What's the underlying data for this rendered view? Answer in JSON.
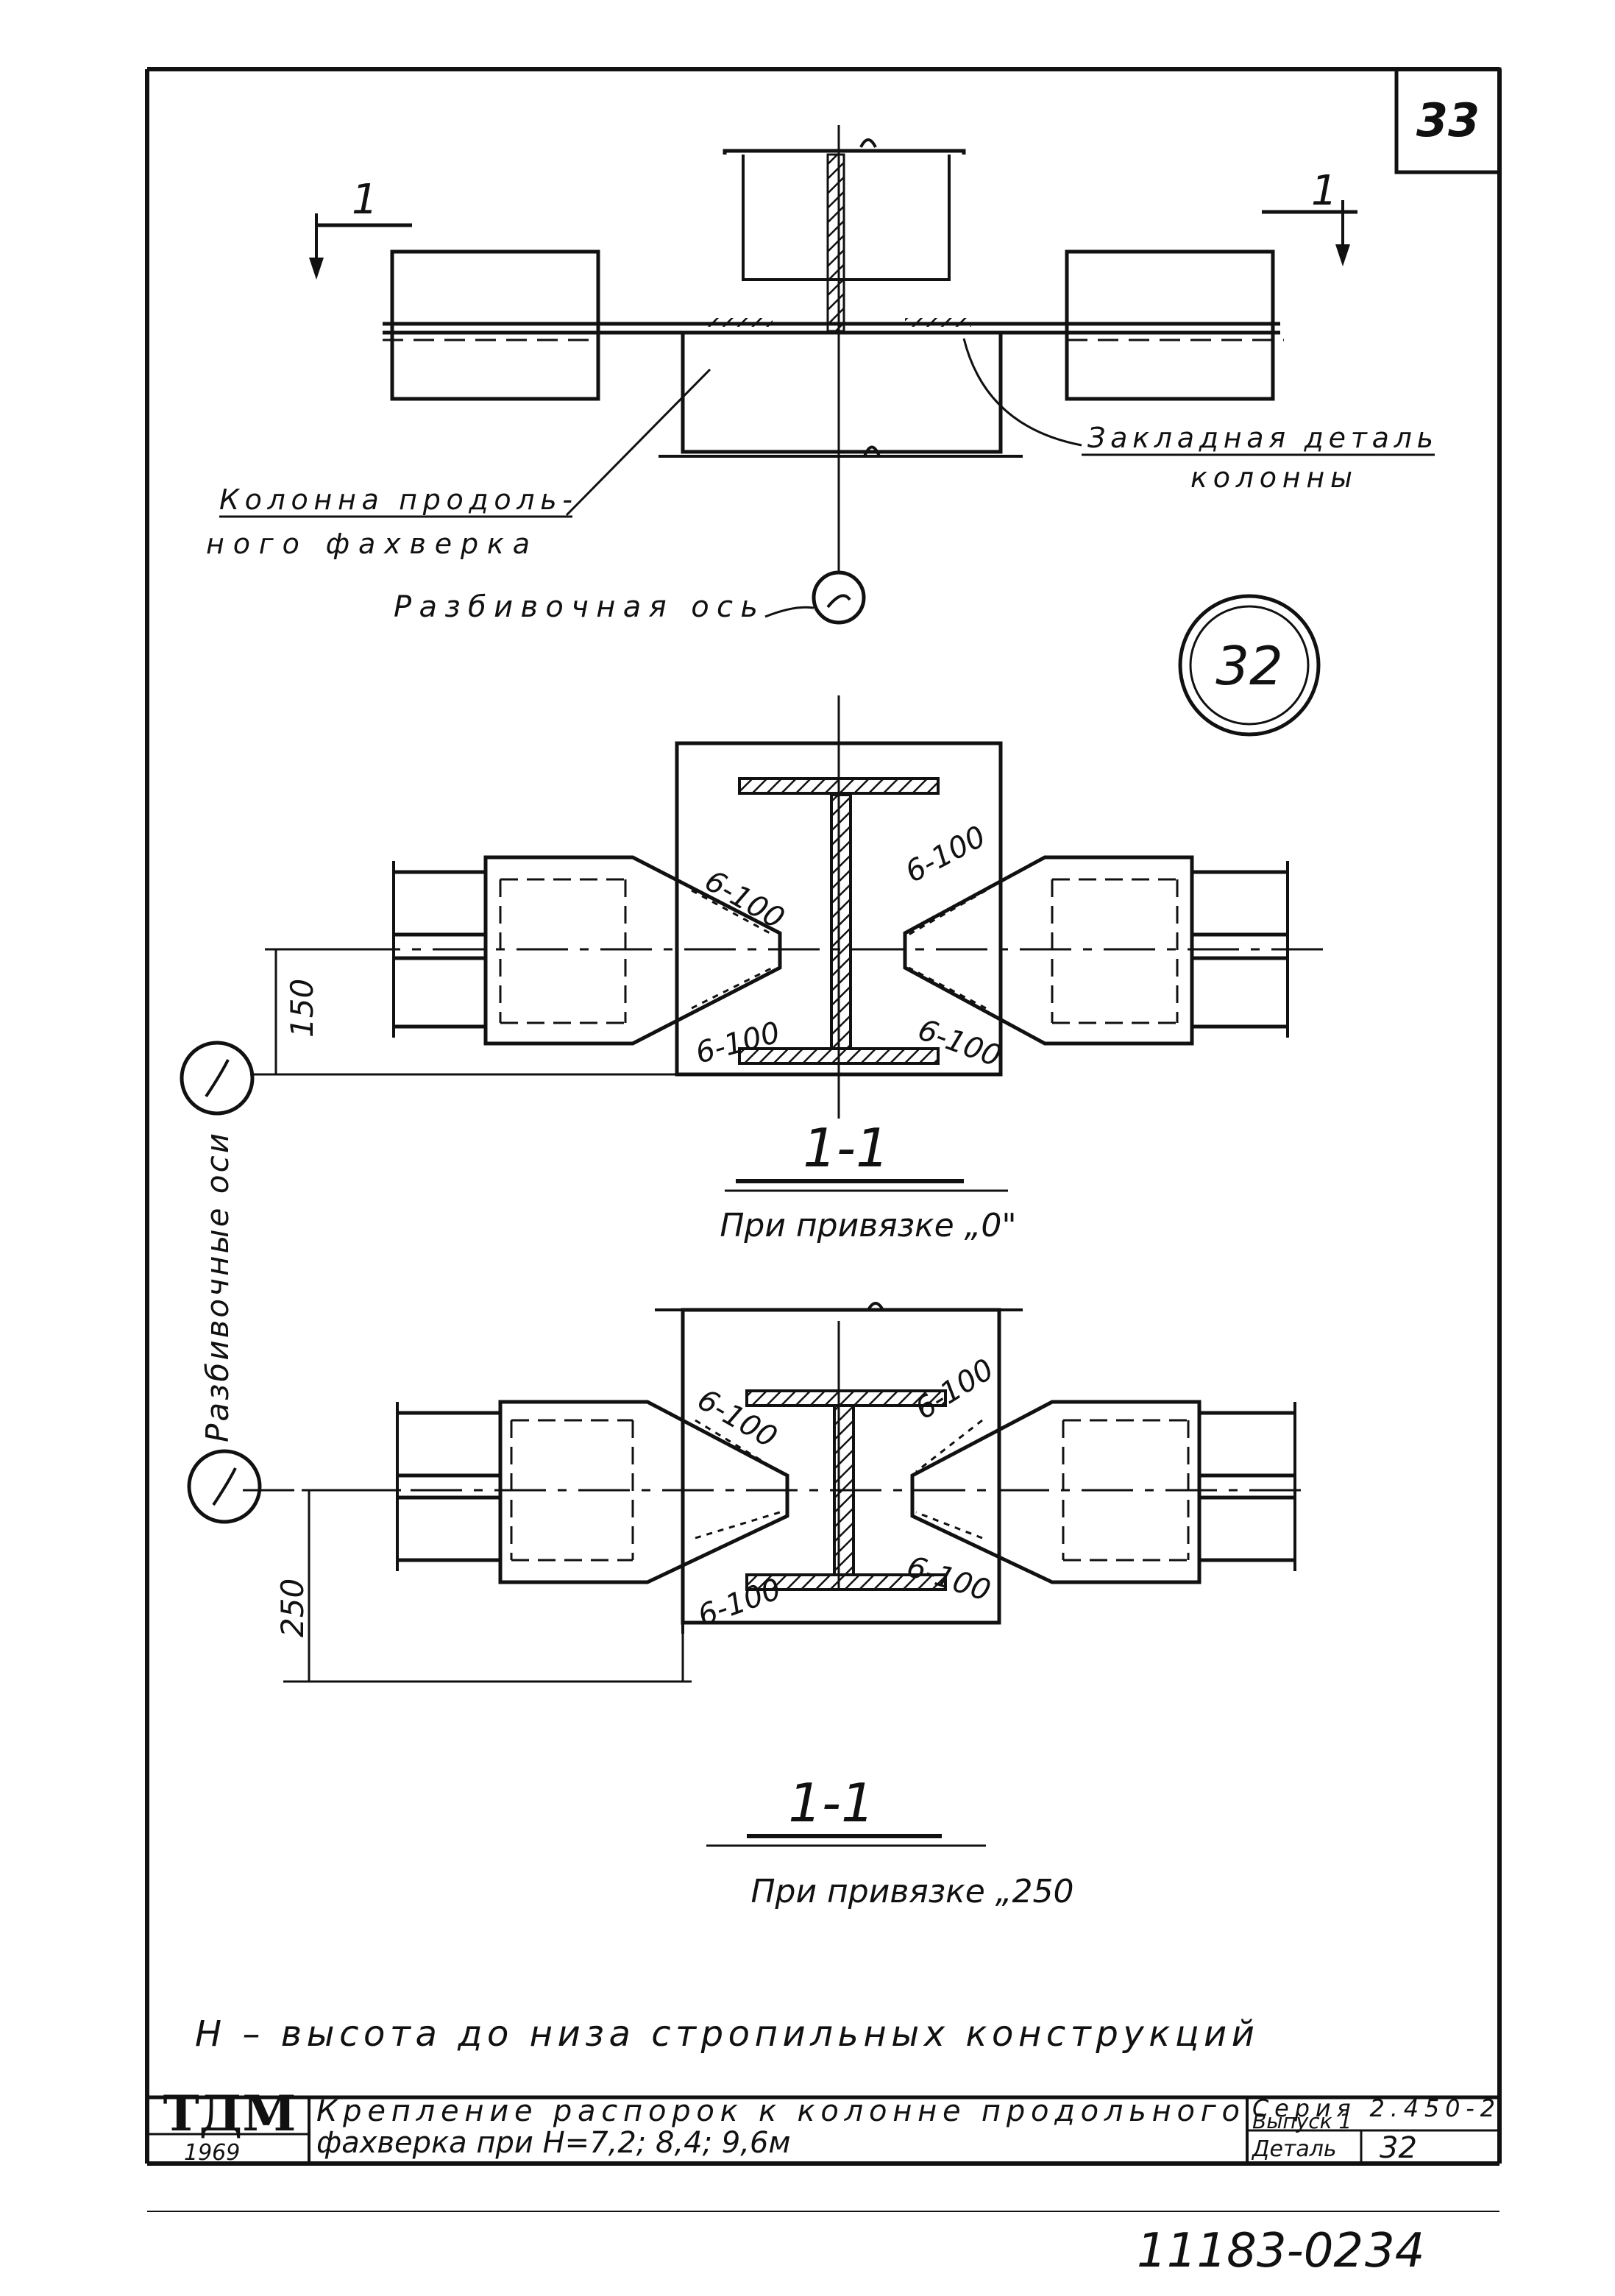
{
  "sheet": {
    "page_number": "33",
    "detail_circle": "32",
    "ink_color": "#111111",
    "paper_color": "#ffffff"
  },
  "top_view": {
    "section_mark_left": "1",
    "section_mark_right": "1",
    "label_column": "Колонна продоль-",
    "label_column_2": "ного фахверка",
    "label_embedded": "Закладная деталь",
    "label_embedded_2": "колонны",
    "label_axis": "Разбивочная ось"
  },
  "section_1": {
    "weld_tl": "6-100",
    "weld_tr": "6-100",
    "weld_bl": "6-100",
    "weld_br": "6-100",
    "dimension": "150",
    "title": "1-1",
    "subtitle": "При привязке „0\""
  },
  "section_2": {
    "weld_tl": "6-100",
    "weld_tr": "6-100",
    "weld_bl": "6-100",
    "weld_br": "6-100",
    "dimension": "250",
    "title": "1-1",
    "subtitle": "При привязке „250"
  },
  "side_label": "Разбивочные оси",
  "note": "H – высота до низа стропильных конструкций",
  "title_block": {
    "logo": "ТДМ",
    "year": "1969",
    "title_line_1": "Крепление распорок к колонне продольного",
    "title_line_2": "фахверка при  H=7,2; 8,4; 9,6м",
    "series": "Серия 2.450-2",
    "issue": "Выпуск 1",
    "detail_label": "Деталь",
    "detail_number": "32"
  },
  "sheet_code": "11183-02",
  "sheet_number": "34"
}
